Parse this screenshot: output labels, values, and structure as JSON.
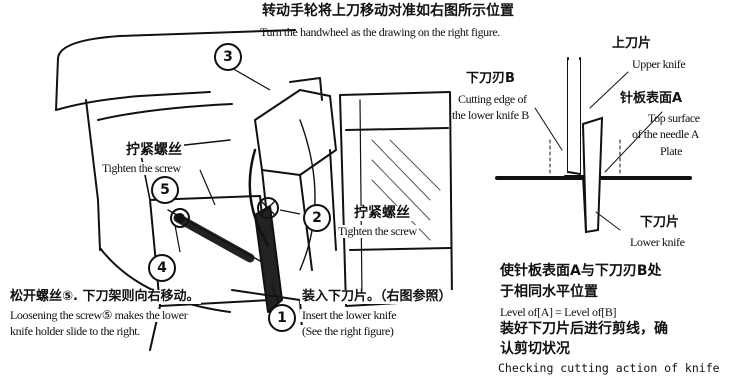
{
  "top_instruction": {
    "zh": "转动手轮将上刀移动对准如右图所示位置",
    "en": "Turn the handwheel as the drawing on the right figure."
  },
  "callouts": {
    "c1": "1",
    "c2": "2",
    "c3": "3",
    "c4": "4",
    "c5": "5"
  },
  "tighten_left": {
    "zh": "拧紧螺丝",
    "en": "Tighten the screw"
  },
  "tighten_right": {
    "zh": "拧紧螺丝",
    "en": "Tighten the screw"
  },
  "loosen": {
    "zh": "松开螺丝⑤. 下刀架则向右移动。",
    "en_line1": "Loosening the screw⑤ makes the lower",
    "en_line2": "knife holder slide to the right."
  },
  "insert": {
    "zh": "装入下刀片。（右图参照）",
    "en_line1": "Insert the lower knife",
    "en_line2": "(See the right figure)"
  },
  "detail": {
    "upper_knife": {
      "zh": "上刀片",
      "en": "Upper knife"
    },
    "cutting_edge": {
      "zh": "下刀刃B",
      "en_line1": "Cutting edge of",
      "en_line2": "the lower knife B"
    },
    "needle_plate": {
      "zh": "针板表面A",
      "en_line1": "Top surface",
      "en_line2": "of the needle A",
      "en_line3": "Plate"
    },
    "lower_knife": {
      "zh": "下刀片",
      "en": "Lower knife"
    }
  },
  "level_note": {
    "zh_line1": "使针板表面A与下刀刃B处",
    "zh_line2": "于相同水平位置",
    "en": "Level of[A] = Level of[B]"
  },
  "check_note": {
    "zh_line1": "装好下刀片后进行剪线，确",
    "zh_line2": "认剪切状况",
    "en": "Checking cutting action of knife"
  }
}
